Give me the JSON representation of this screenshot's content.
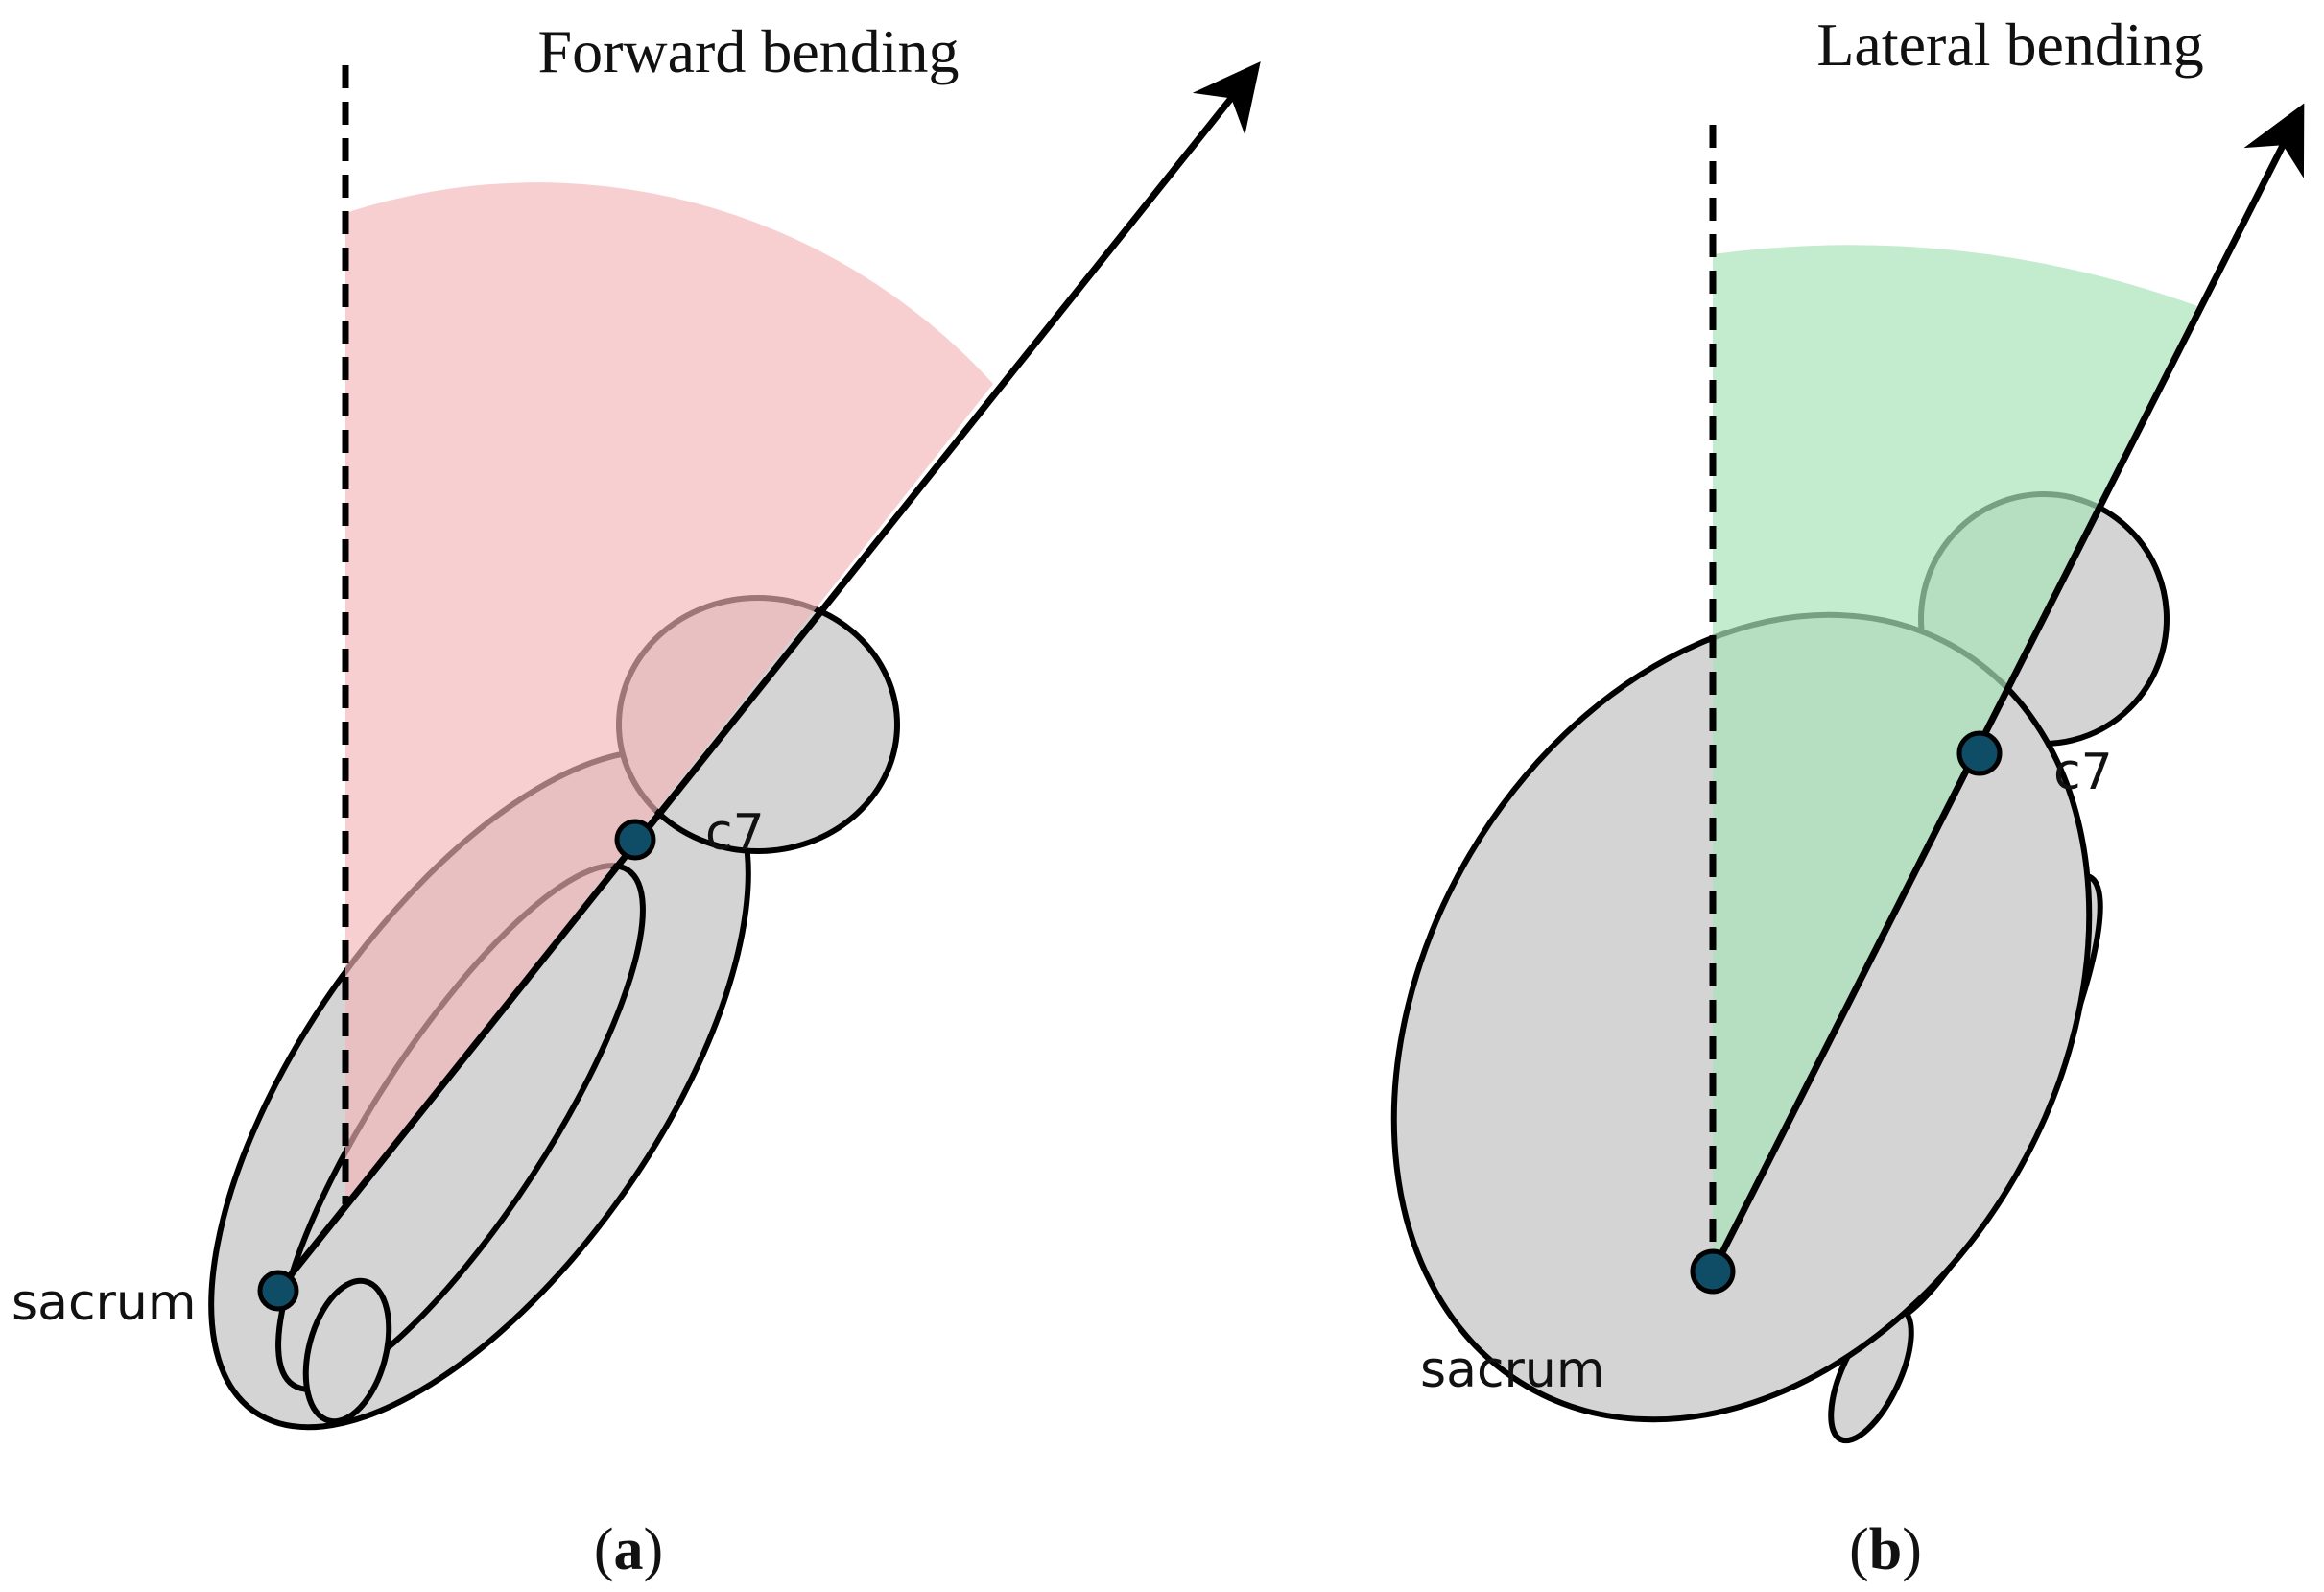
{
  "panels": {
    "a": {
      "title": "Forward bending",
      "caption_letter": "a",
      "label_c7": "c7",
      "label_sacrum": "sacrum",
      "sector_color": "#f3b6b8"
    },
    "b": {
      "title": "Lateral bending",
      "caption_letter": "b",
      "label_c7": "c7",
      "label_sacrum": "sacrum",
      "sector_color": "#a9e2b8"
    }
  },
  "caption_open": "(",
  "caption_close": ")",
  "colors": {
    "body_fill": "#d4d4d4",
    "marker_fill": "#0f4d66",
    "line": "#000000"
  }
}
